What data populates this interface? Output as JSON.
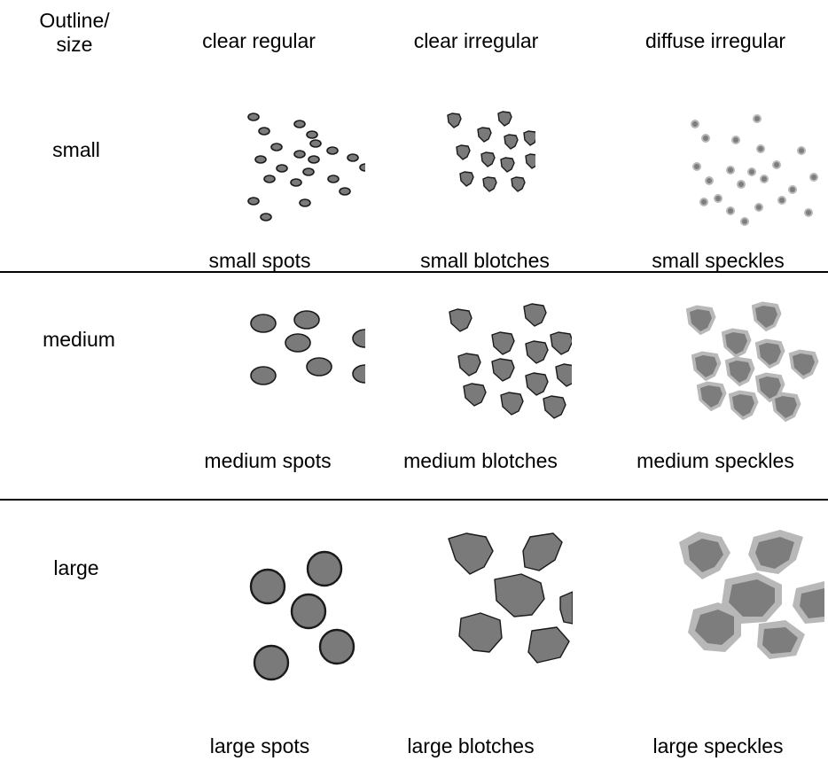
{
  "header": {
    "outline_size": "Outline/\nsize",
    "col1": "clear regular",
    "col2": "clear irregular",
    "col3": "diffuse irregular"
  },
  "rows": [
    {
      "label": "small",
      "captions": [
        "small spots",
        "small blotches",
        "small speckles"
      ]
    },
    {
      "label": "medium",
      "captions": [
        "medium spots",
        "medium blotches",
        "medium speckles"
      ]
    },
    {
      "label": "large",
      "captions": [
        "large spots",
        "large blotches",
        "large speckles"
      ]
    }
  ],
  "colors": {
    "fill": "#7a7a7a",
    "outline": "#1a1a1a",
    "halo": "#b8b8b8"
  }
}
